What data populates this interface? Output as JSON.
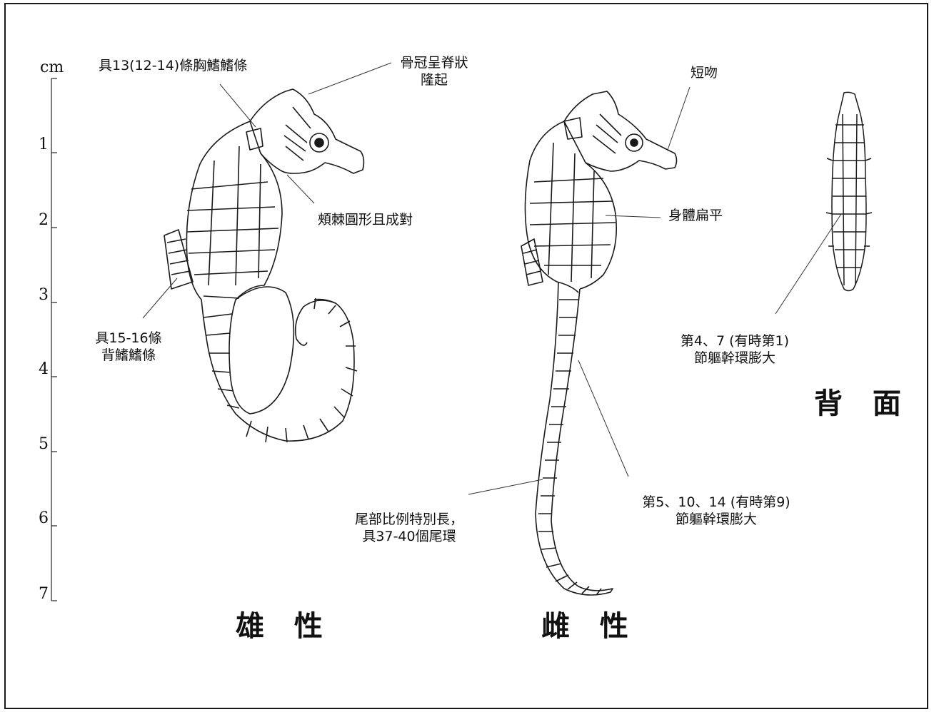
{
  "scale": {
    "unit": "cm",
    "ticks": [
      "1",
      "2",
      "3",
      "4",
      "5",
      "6",
      "7"
    ]
  },
  "labels": {
    "pectoral_fin_rays": "具13(12-14)條胸鰭鰭條",
    "coronet_line1": "骨冠呈脊狀",
    "coronet_line2": "隆起",
    "cheek_spines": "頰棘圓形且成對",
    "dorsal_fin_rays_line1": "具15-16條",
    "dorsal_fin_rays_line2": "背鰭鰭條",
    "short_snout": "短吻",
    "flat_body": "身體扁平",
    "trunk_rings_dorsal_line1": "第4、7 (有時第1)",
    "trunk_rings_dorsal_line2": "節軀幹環膨大",
    "tail_length_line1": "尾部比例特別長，",
    "tail_length_line2": "具37-40個尾環",
    "tail_rings_line1": "第5、10、14 (有時第9)",
    "tail_rings_line2": "節軀幹環膨大"
  },
  "captions": {
    "male": "雄 性",
    "female": "雌 性",
    "dorsal_view": "背 面"
  }
}
